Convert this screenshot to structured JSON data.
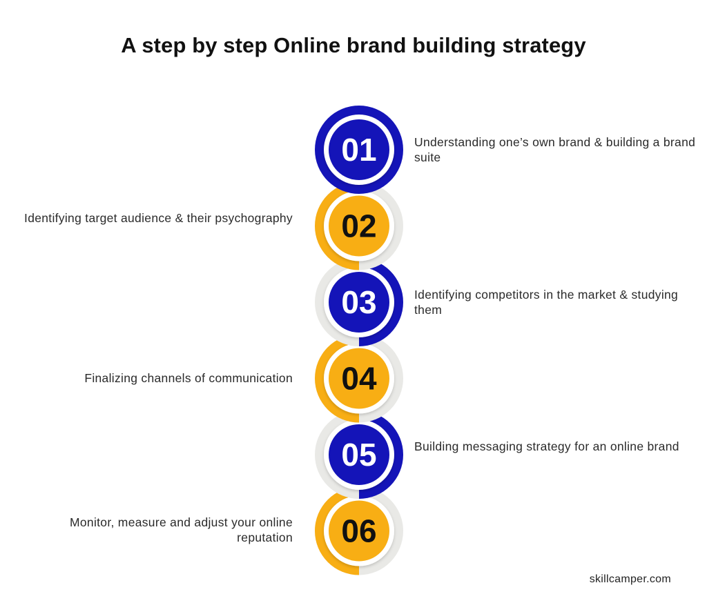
{
  "title": "A step by step Online brand building strategy",
  "colors": {
    "blue": "#1414b8",
    "orange": "#f8ae14",
    "gray": "#e9e9e6",
    "white": "#ffffff"
  },
  "steps": [
    {
      "number": "01",
      "text": "Understanding one’s own brand & building a brand suite",
      "color": "blue"
    },
    {
      "number": "02",
      "text": "Identifying target audience & their psychography",
      "color": "orange"
    },
    {
      "number": "03",
      "text": "Identifying competitors in the market & studying them",
      "color": "blue"
    },
    {
      "number": "04",
      "text": "Finalizing channels of communication",
      "color": "orange"
    },
    {
      "number": "05",
      "text": "Building messaging strategy for an online brand",
      "color": "blue"
    },
    {
      "number": "06",
      "text": "Monitor, measure and adjust your online reputation",
      "color": "orange"
    }
  ],
  "footer": "skillcamper.com"
}
